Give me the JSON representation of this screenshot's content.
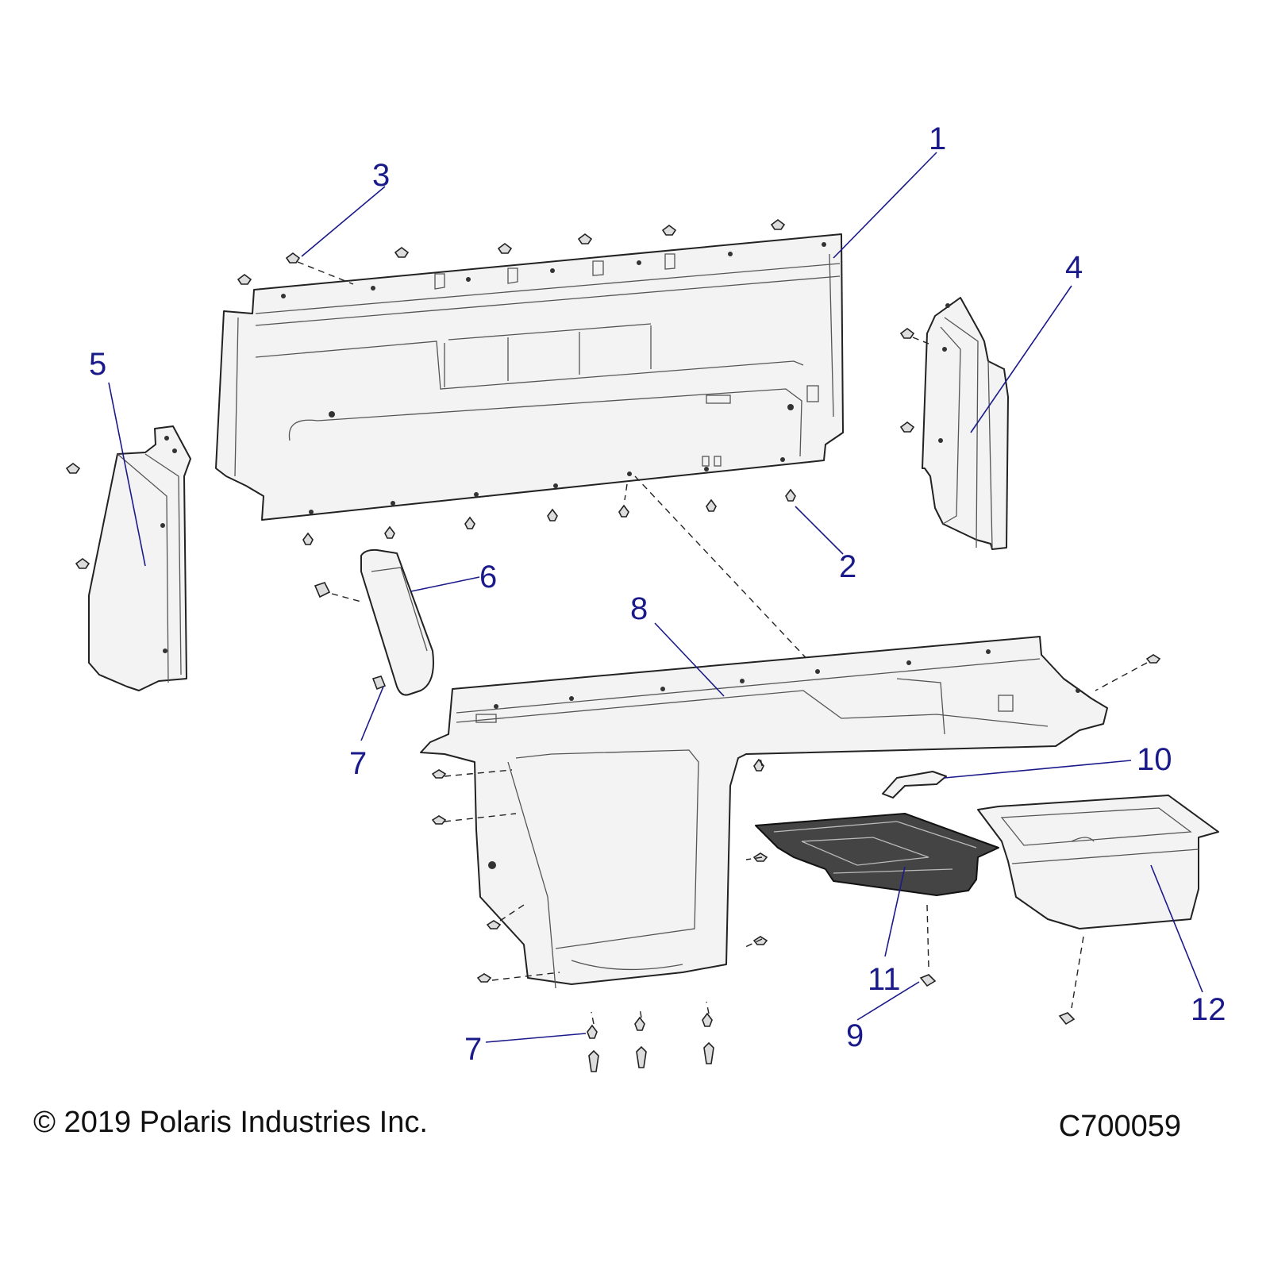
{
  "callouts": {
    "c1": "1",
    "c2": "2",
    "c3": "3",
    "c4": "4",
    "c5": "5",
    "c6": "6",
    "c7a": "7",
    "c7b": "7",
    "c8": "8",
    "c9": "9",
    "c10": "10",
    "c11": "11",
    "c12": "12"
  },
  "footer": {
    "copyright": "© 2019 Polaris Industries Inc.",
    "drawing_code": "C700059"
  },
  "colors": {
    "callout": "#1a1a8a",
    "part_fill": "#f3f3f3",
    "dark_part": "#444444"
  }
}
